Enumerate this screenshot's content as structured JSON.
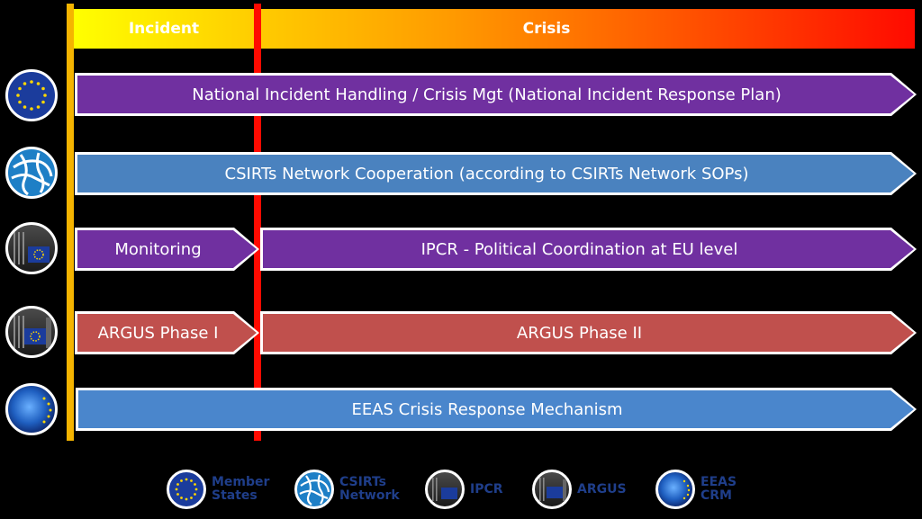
{
  "header": {
    "incident_label": "Incident",
    "crisis_label": "Crisis"
  },
  "rows": {
    "national": "National Incident Handling / Crisis Mgt (National Incident Response Plan)",
    "csirts": "CSIRTs Network Cooperation (according to CSIRTs Network SOPs)",
    "monitoring": "Monitoring",
    "ipcr": "IPCR - Political Coordination at EU level",
    "argus1": "ARGUS Phase I",
    "argus2": "ARGUS Phase II",
    "eeas": "EEAS Crisis Response Mechanism"
  },
  "legend": {
    "member_states": [
      "Member",
      "States"
    ],
    "csirts_network": [
      "CSIRTs",
      "Network"
    ],
    "ipcr": "IPCR",
    "argus": "ARGUS",
    "eeas_crm": [
      "EEAS",
      "CRM"
    ]
  },
  "icons": [
    "eu-flag-icon",
    "network-globe-icon",
    "building-eu-flag-icon",
    "building-eu-flag-icon",
    "globe-stars-icon"
  ],
  "colors": {
    "purple": "#7030a0",
    "steel_blue": "#4a82bf",
    "red": "#c0504d",
    "blue": "#4a86cc",
    "legend_text": "#1f3e8a"
  }
}
